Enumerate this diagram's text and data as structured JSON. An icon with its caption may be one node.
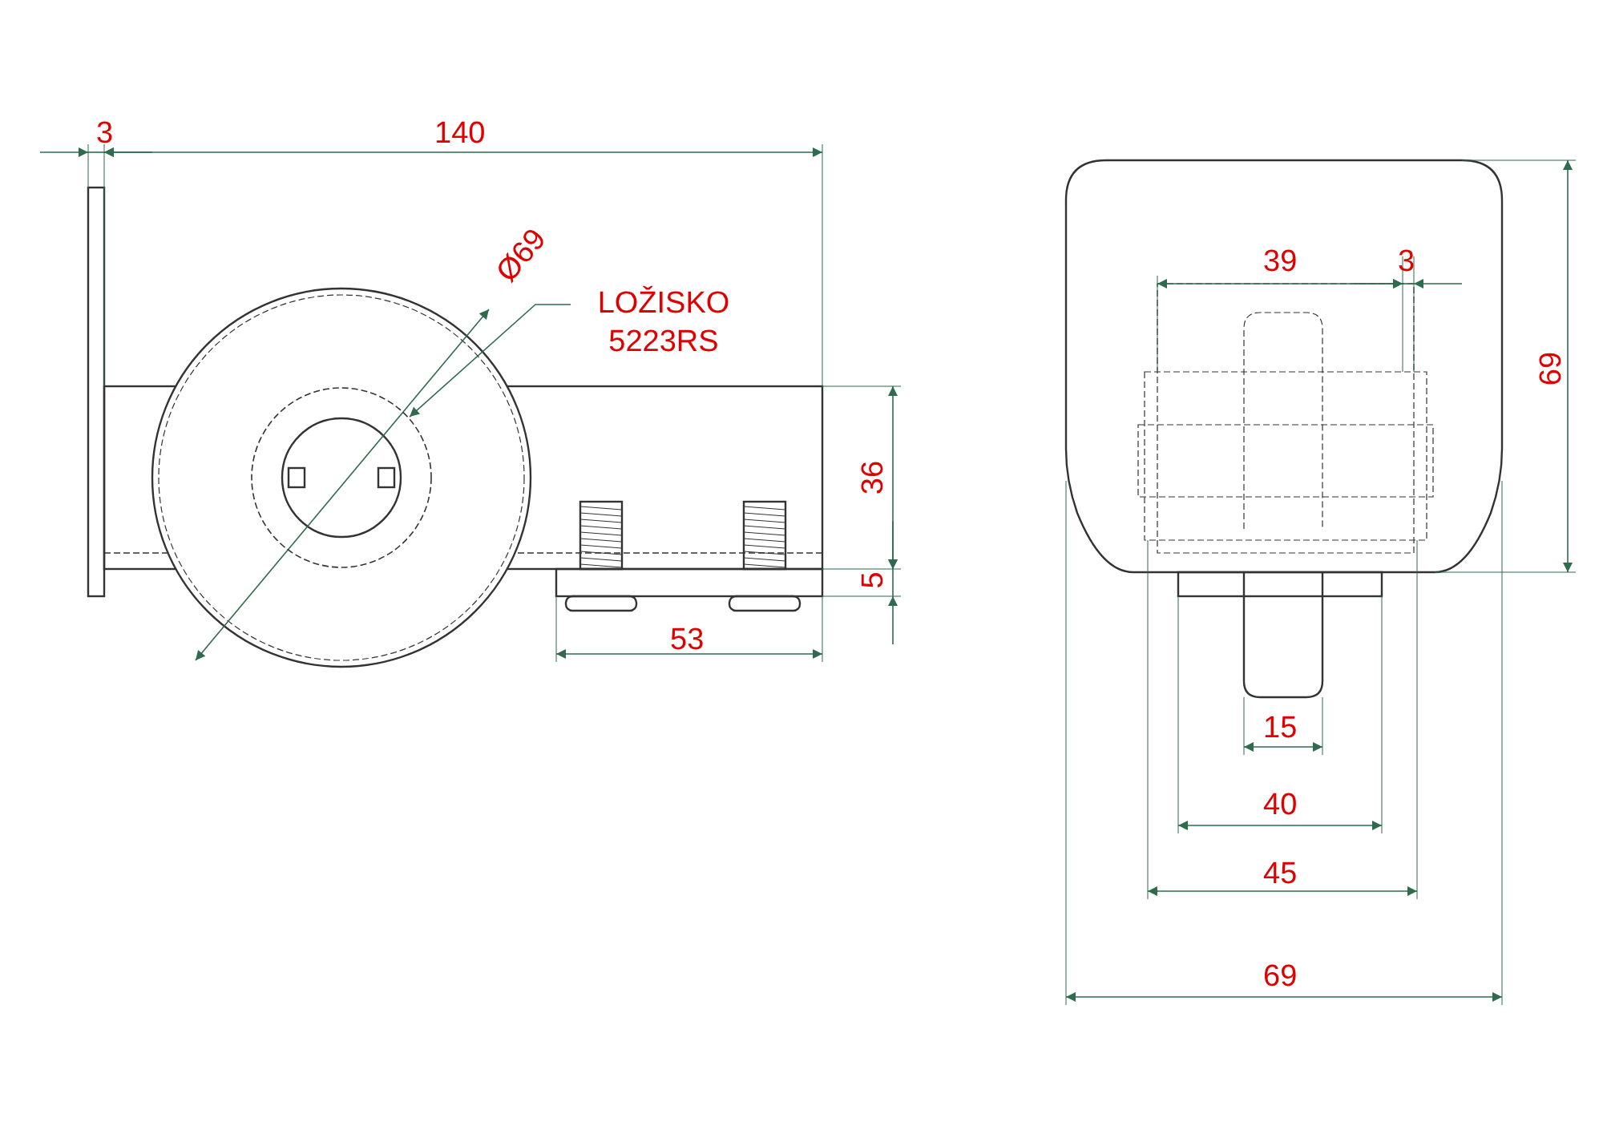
{
  "diagram": {
    "nodes": [
      {
        "text": [
          "LOŽISKO 5223RS"
        ]
      },
      {
        "text": [],
        "shape": "circle"
      }
    ],
    "edges": [
      {
        "from": 0,
        "to": 1,
        "arrow": "to"
      }
    ],
    "labels": [
      "3",
      "140",
      "Ø69",
      "39",
      "3",
      "69",
      "36",
      "5",
      "53",
      "15",
      "40",
      "45",
      "69"
    ]
  }
}
